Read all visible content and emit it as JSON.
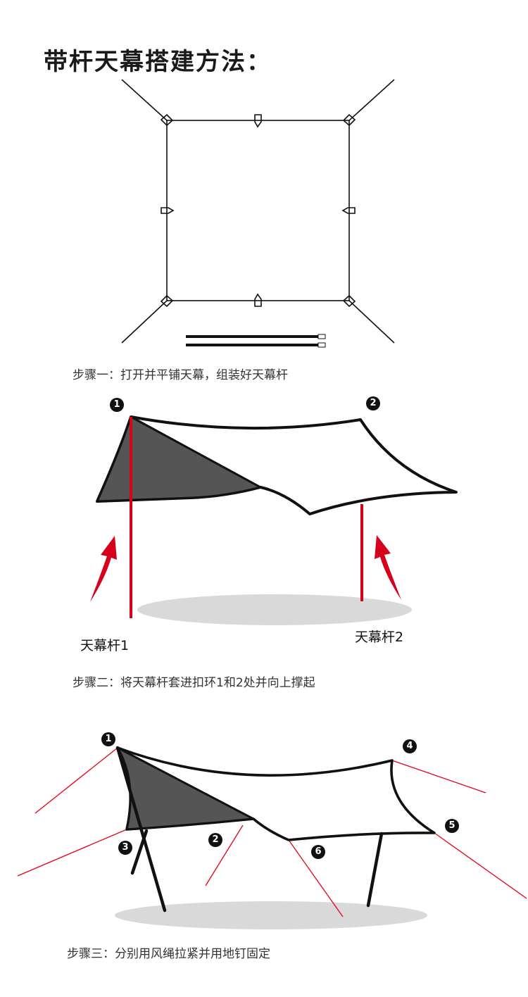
{
  "title": "带杆天幕搭建方法：",
  "steps": [
    {
      "caption": "步骤一：打开并平铺天幕，组装好天幕杆"
    },
    {
      "caption": "步骤二：将天幕杆套进扣环1和2处并向上撑起"
    },
    {
      "caption": "步骤三：分别用风绳拉紧并用地钉固定"
    }
  ],
  "poles": {
    "pole1": "天幕杆1",
    "pole2": "天幕杆2"
  },
  "markers": {
    "s2": [
      "1",
      "2"
    ],
    "s3": [
      "1",
      "2",
      "3",
      "4",
      "5",
      "6"
    ]
  },
  "colors": {
    "outline": "#111111",
    "shade": "#555555",
    "pole": "#d6001c",
    "rope": "#e8001a",
    "shadow": "#d9d9d9"
  }
}
